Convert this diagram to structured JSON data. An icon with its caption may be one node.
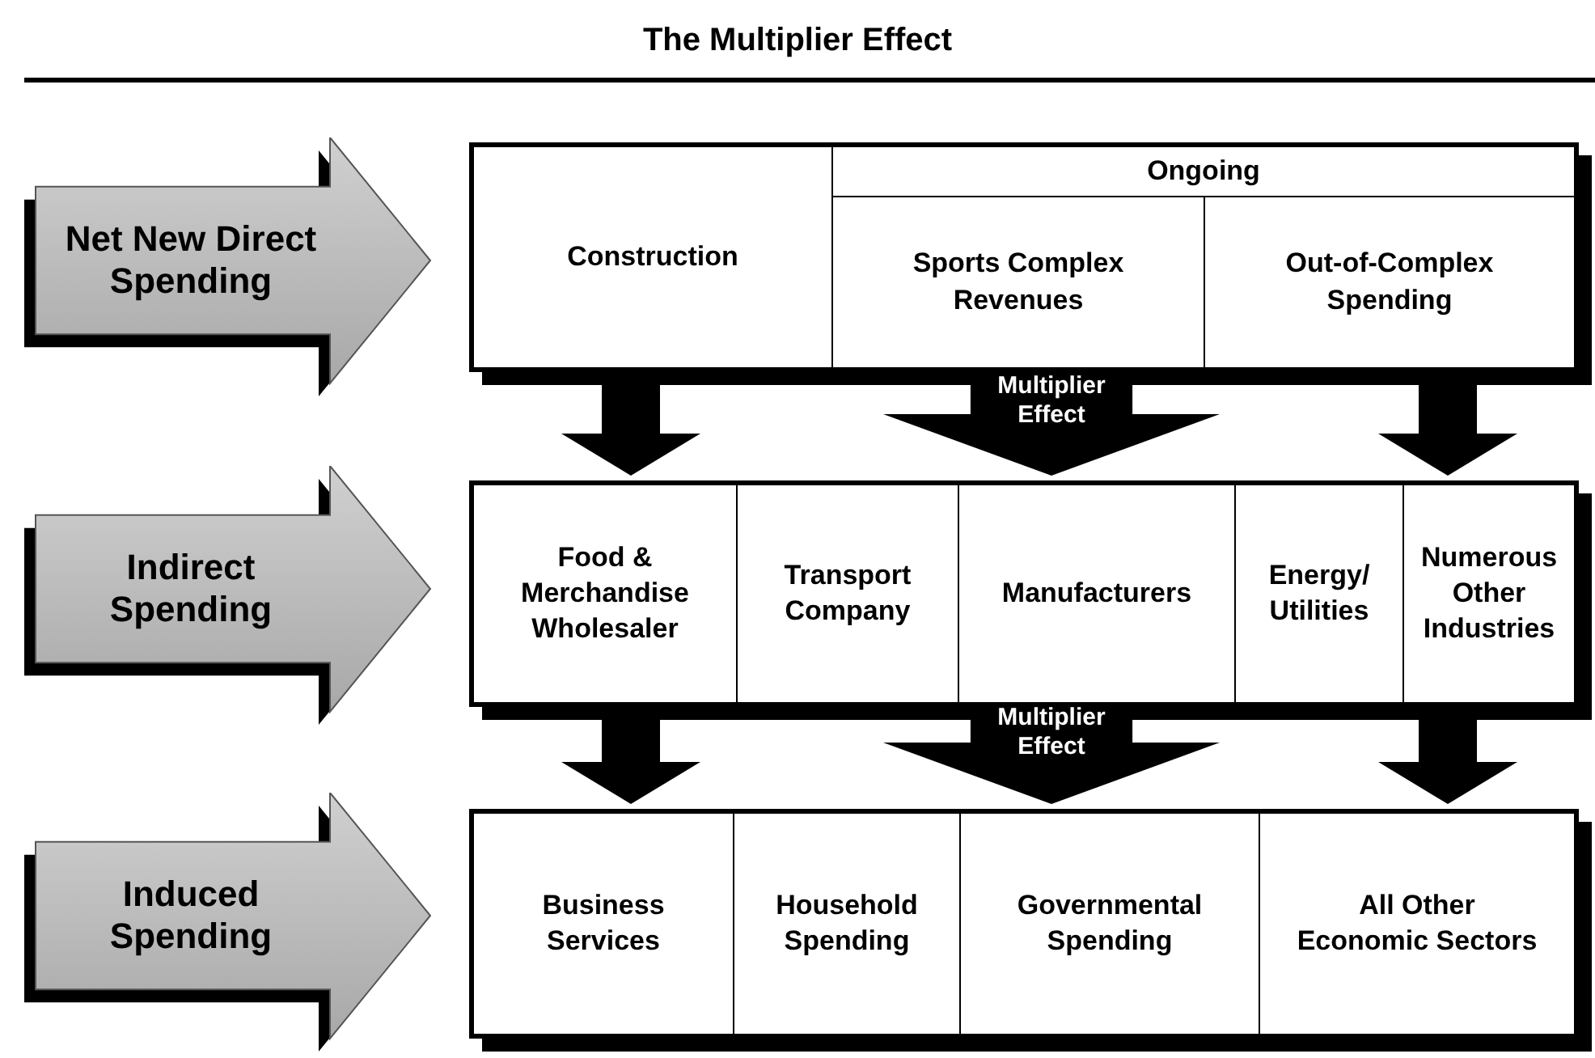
{
  "diagram": {
    "title": "The Multiplier Effect",
    "nodes": [
      {
        "text": [
          "Net New Direct Spending"
        ]
      },
      {
        "text": [],
        "shape": "box"
      },
      {
        "text": [
          "Construction"
        ],
        "in": 1
      },
      {
        "text": [
          "Ongoing"
        ],
        "in": 1
      },
      {
        "text": [
          "Sports Complex Revenues"
        ],
        "in": 3
      },
      {
        "text": [
          "Out-of-Complex Spending"
        ],
        "in": 3
      },
      {
        "text": [
          "Indirect Spending"
        ]
      },
      {
        "text": [],
        "shape": "box"
      },
      {
        "text": [
          "Food & Merchandise Wholesaler"
        ],
        "in": 7
      },
      {
        "text": [
          "Transport Company"
        ],
        "in": 7
      },
      {
        "text": [
          "Manufacturers"
        ],
        "in": 7
      },
      {
        "text": [
          "Energy/ Utilities"
        ],
        "in": 7
      },
      {
        "text": [
          "Numerous Other Industries"
        ],
        "in": 7
      },
      {
        "text": [
          "Induced Spending"
        ]
      },
      {
        "text": [],
        "shape": "box"
      },
      {
        "text": [
          "Business Services"
        ],
        "in": 14
      },
      {
        "text": [
          "Household Spending"
        ],
        "in": 14
      },
      {
        "text": [
          "Governmental Spending"
        ],
        "in": 14
      },
      {
        "text": [
          "All Other Economic Sectors"
        ],
        "in": 14
      }
    ],
    "edges": [
      {
        "from": 1,
        "to": 7,
        "arrow": "to"
      },
      {
        "from": 1,
        "to": 7,
        "arrow": "to",
        "style": "thick",
        "label": "Multiplier Effect"
      },
      {
        "from": 1,
        "to": 7,
        "arrow": "to"
      },
      {
        "from": 7,
        "to": 14,
        "arrow": "to"
      },
      {
        "from": 7,
        "to": 14,
        "arrow": "to",
        "style": "thick",
        "label": "Multiplier Effect"
      },
      {
        "from": 7,
        "to": 14,
        "arrow": "to"
      }
    ]
  }
}
